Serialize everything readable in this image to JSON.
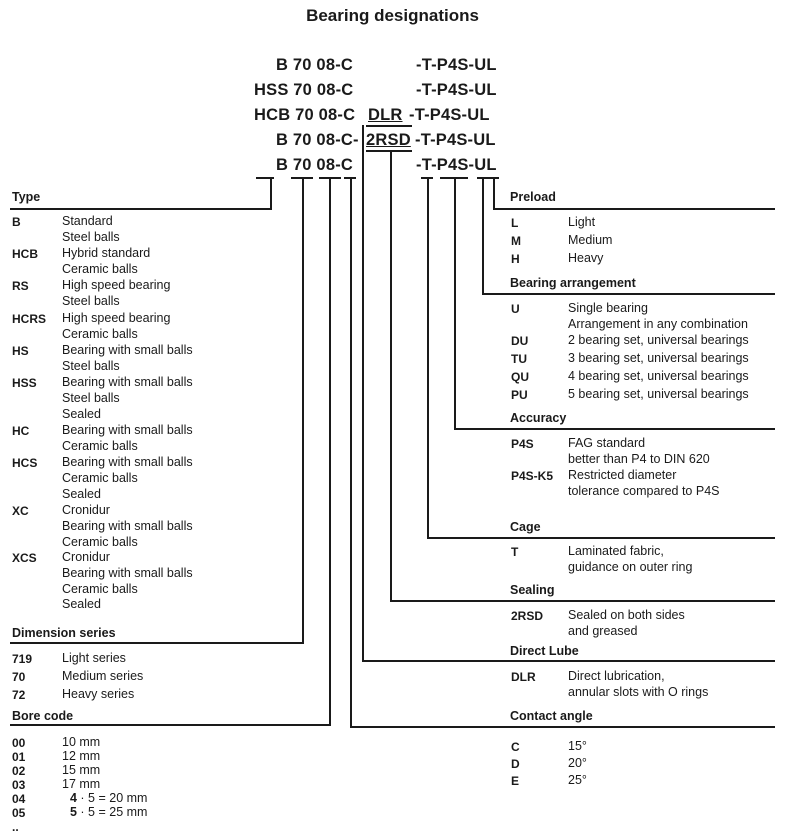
{
  "title": "Bearing designations",
  "designations": [
    {
      "prefix": "B 70 08-C",
      "mid": "",
      "suffix": "-T-P4S-UL"
    },
    {
      "prefix": "HSS 70 08-C",
      "mid": "",
      "suffix": "-T-P4S-UL"
    },
    {
      "prefix": "HCB 70 08-C",
      "mid": "DLR",
      "suffix": "-T-P4S-UL"
    },
    {
      "prefix": "B 70 08-C-",
      "mid": "2RSD",
      "suffix": "-T-P4S-UL"
    },
    {
      "prefix": "B 70 08-C",
      "mid": "",
      "suffix": "-T-P4S-UL"
    }
  ],
  "type": {
    "header": "Type",
    "items": [
      {
        "code": "B",
        "desc": [
          "Standard",
          "Steel balls"
        ]
      },
      {
        "code": "HCB",
        "desc": [
          "Hybrid standard",
          "Ceramic balls"
        ]
      },
      {
        "code": "RS",
        "desc": [
          "High speed bearing",
          "Steel balls"
        ]
      },
      {
        "code": "HCRS",
        "desc": [
          "High speed bearing",
          "Ceramic balls"
        ]
      },
      {
        "code": "HS",
        "desc": [
          "Bearing with small balls",
          "Steel balls"
        ]
      },
      {
        "code": "HSS",
        "desc": [
          "Bearing with small balls",
          "Steel balls",
          "Sealed"
        ]
      },
      {
        "code": "HC",
        "desc": [
          "Bearing with small balls",
          "Ceramic balls"
        ]
      },
      {
        "code": "HCS",
        "desc": [
          "Bearing with small balls",
          "Ceramic balls",
          "Sealed"
        ]
      },
      {
        "code": "XC",
        "desc": [
          "Cronidur",
          "Bearing with small balls",
          "Ceramic balls"
        ]
      },
      {
        "code": "XCS",
        "desc": [
          "Cronidur",
          "Bearing with small balls",
          "Ceramic balls",
          "Sealed"
        ]
      }
    ]
  },
  "dimension_series": {
    "header": "Dimension series",
    "items": [
      {
        "code": "719",
        "desc": "Light series"
      },
      {
        "code": "70",
        "desc": "Medium series"
      },
      {
        "code": "72",
        "desc": "Heavy series"
      }
    ]
  },
  "bore_code": {
    "header": "Bore code",
    "items": [
      {
        "code": "00",
        "desc": "10 mm"
      },
      {
        "code": "01",
        "desc": "12 mm"
      },
      {
        "code": "02",
        "desc": "15 mm"
      },
      {
        "code": "03",
        "desc": "17 mm"
      },
      {
        "code": "04",
        "num": "4",
        "desc": " · 5 = 20 mm"
      },
      {
        "code": "05",
        "num": "5",
        "desc": " · 5 = 25 mm"
      },
      {
        "code": ".."
      }
    ]
  },
  "preload": {
    "header": "Preload",
    "items": [
      {
        "code": "L",
        "desc": "Light"
      },
      {
        "code": "M",
        "desc": "Medium"
      },
      {
        "code": "H",
        "desc": "Heavy"
      }
    ]
  },
  "bearing_arrangement": {
    "header": "Bearing arrangement",
    "items": [
      {
        "code": "U",
        "desc": [
          "Single bearing",
          "Arrangement in any combination"
        ]
      },
      {
        "code": "DU",
        "desc": [
          "2 bearing set, universal bearings"
        ]
      },
      {
        "code": "TU",
        "desc": [
          "3 bearing set, universal bearings"
        ]
      },
      {
        "code": "QU",
        "desc": [
          "4 bearing set, universal bearings"
        ]
      },
      {
        "code": "PU",
        "desc": [
          "5 bearing set, universal bearings"
        ]
      }
    ]
  },
  "accuracy": {
    "header": "Accuracy",
    "items": [
      {
        "code": "P4S",
        "desc": [
          "FAG standard",
          "better than P4 to DIN 620"
        ]
      },
      {
        "code": "P4S-K5",
        "desc": [
          "Restricted diameter",
          "tolerance compared to P4S"
        ]
      }
    ]
  },
  "cage": {
    "header": "Cage",
    "items": [
      {
        "code": "T",
        "desc": [
          "Laminated fabric,",
          "guidance on outer ring"
        ]
      }
    ]
  },
  "sealing": {
    "header": "Sealing",
    "items": [
      {
        "code": "2RSD",
        "desc": [
          "Sealed on both sides",
          "and greased"
        ]
      }
    ]
  },
  "direct_lube": {
    "header": "Direct Lube",
    "items": [
      {
        "code": "DLR",
        "desc": [
          "Direct lubrication,",
          "annular slots with O rings"
        ]
      }
    ]
  },
  "contact_angle": {
    "header": "Contact angle",
    "items": [
      {
        "code": "C",
        "desc": "15°"
      },
      {
        "code": "D",
        "desc": "20°"
      },
      {
        "code": "E",
        "desc": "25°"
      }
    ]
  }
}
